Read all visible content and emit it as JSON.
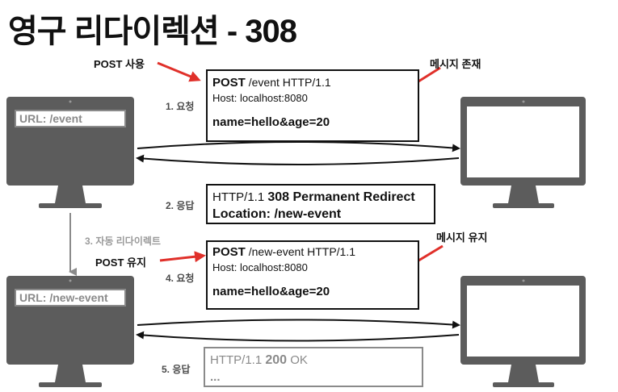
{
  "title": "영구 리다이렉션 - 308",
  "annotations": {
    "post_use": "POST 사용",
    "message_body": "메시지 존재",
    "message_keep": "메시지 유지",
    "post_keep": "POST 유지"
  },
  "steps": {
    "s1": "1. 요청",
    "s2": "2. 응답",
    "s3": "3. 자동 리다이렉트",
    "s4": "4. 요청",
    "s5": "5. 응답"
  },
  "clients": {
    "top_url": "URL: /event",
    "bottom_url": "URL: /new-event"
  },
  "request1": {
    "method": "POST",
    "line_rest": " /event HTTP/1.1",
    "host": "Host: localhost:8080",
    "body": "name=hello&age=20"
  },
  "response1": {
    "version": "HTTP/1.1 ",
    "status": "308 Permanent Redirect",
    "location": "Location: /new-event"
  },
  "request2": {
    "method": "POST",
    "line_rest": " /new-event HTTP/1.1",
    "host": "Host: localhost:8080",
    "body": "name=hello&age=20"
  },
  "response2": {
    "version": "HTTP/1.1 ",
    "status_code": "200",
    "status_text": " OK",
    "ellipsis": "..."
  },
  "colors": {
    "monitor": "#5c5c5c",
    "red_arrow": "#e0302a",
    "gray": "#8a8a8a"
  }
}
